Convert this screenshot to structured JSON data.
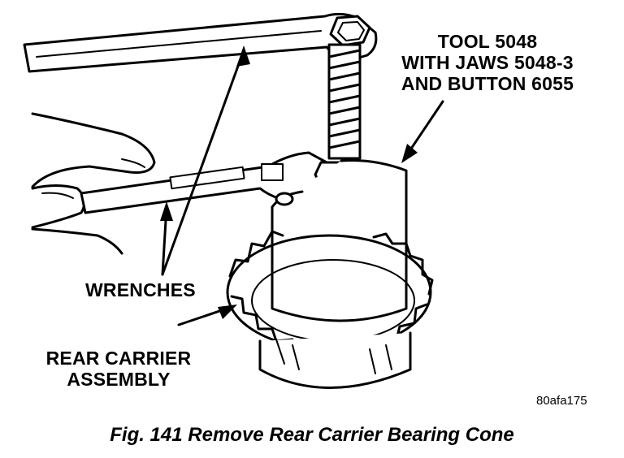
{
  "labels": {
    "tool": [
      "TOOL 5048",
      "WITH JAWS 5048-3",
      "AND BUTTON 6055"
    ],
    "wrenches": "WRENCHES",
    "carrier": [
      "REAR CARRIER",
      "ASSEMBLY"
    ],
    "code": "80afa175"
  },
  "caption": "Fig. 141 Remove Rear Carrier Bearing Cone"
}
